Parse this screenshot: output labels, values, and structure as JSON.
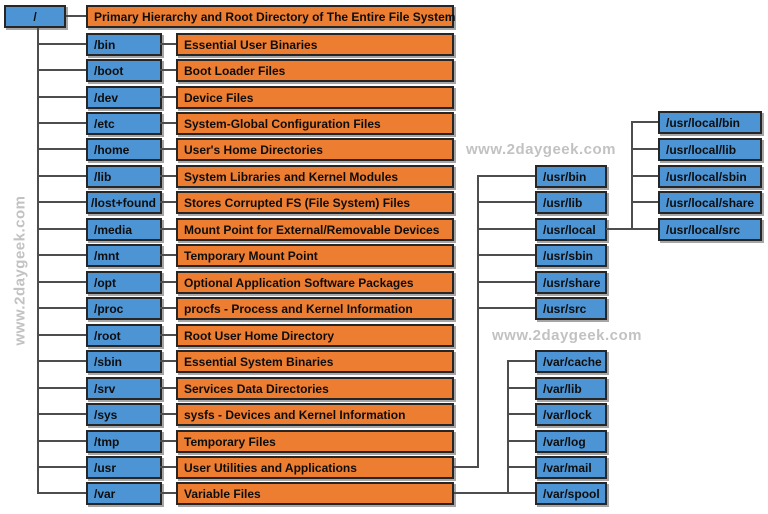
{
  "title": "Linux File System Hierarchy Diagram",
  "watermark": {
    "text": "www.2daygeek.com"
  },
  "colors": {
    "node_blue": "#4d94d4",
    "node_orange": "#ed7d31",
    "line": "#4d4d4d",
    "watermark_gray": "#c2c2c2"
  },
  "root": {
    "label": "/",
    "description": "Primary Hierarchy and Root Directory of The Entire File System"
  },
  "directories": [
    {
      "label": "/bin",
      "description": "Essential User Binaries"
    },
    {
      "label": "/boot",
      "description": "Boot Loader Files"
    },
    {
      "label": "/dev",
      "description": "Device Files"
    },
    {
      "label": "/etc",
      "description": "System-Global Configuration Files"
    },
    {
      "label": "/home",
      "description": "User's Home Directories"
    },
    {
      "label": "/lib",
      "description": "System Libraries and Kernel Modules"
    },
    {
      "label": "/lost+found",
      "description": "Stores Corrupted FS (File System) Files"
    },
    {
      "label": "/media",
      "description": "Mount Point for External/Removable Devices"
    },
    {
      "label": "/mnt",
      "description": "Temporary Mount Point"
    },
    {
      "label": "/opt",
      "description": "Optional Application Software Packages"
    },
    {
      "label": "/proc",
      "description": "procfs - Process and Kernel Information"
    },
    {
      "label": "/root",
      "description": "Root User Home Directory"
    },
    {
      "label": "/sbin",
      "description": "Essential System Binaries"
    },
    {
      "label": "/srv",
      "description": "Services Data Directories"
    },
    {
      "label": "/sys",
      "description": "sysfs - Devices and Kernel Information"
    },
    {
      "label": "/tmp",
      "description": "Temporary Files"
    },
    {
      "label": "/usr",
      "description": "User Utilities and Applications"
    },
    {
      "label": "/var",
      "description": "Variable Files"
    }
  ],
  "usr_children": [
    "/usr/bin",
    "/usr/lib",
    "/usr/local",
    "/usr/sbin",
    "/usr/share",
    "/usr/src"
  ],
  "usr_local_children": [
    "/usr/local/bin",
    "/usr/local/lib",
    "/usr/local/sbin",
    "/usr/local/share",
    "/usr/local/src"
  ],
  "var_children": [
    "/var/cache",
    "/var/lib",
    "/var/lock",
    "/var/log",
    "/var/mail",
    "/var/spool"
  ]
}
